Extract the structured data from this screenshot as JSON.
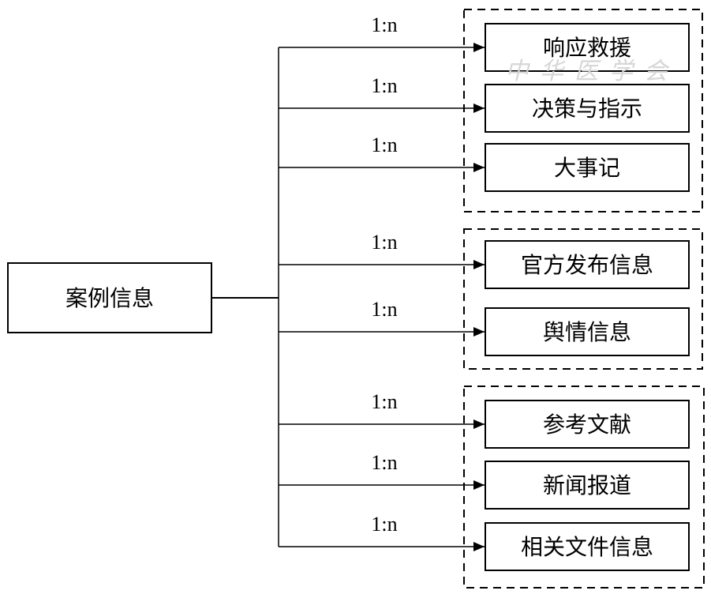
{
  "root": {
    "label": "案例信息"
  },
  "watermark": "中华医学会",
  "groups": [
    {
      "items": [
        {
          "label": "响应救援",
          "relation": "1:n"
        },
        {
          "label": "决策与指示",
          "relation": "1:n"
        },
        {
          "label": "大事记",
          "relation": "1:n"
        }
      ]
    },
    {
      "items": [
        {
          "label": "官方发布信息",
          "relation": "1:n"
        },
        {
          "label": "舆情信息",
          "relation": "1:n"
        }
      ]
    },
    {
      "items": [
        {
          "label": "参考文献",
          "relation": "1:n"
        },
        {
          "label": "新闻报道",
          "relation": "1:n"
        },
        {
          "label": "相关文件信息",
          "relation": "1:n"
        }
      ]
    }
  ]
}
